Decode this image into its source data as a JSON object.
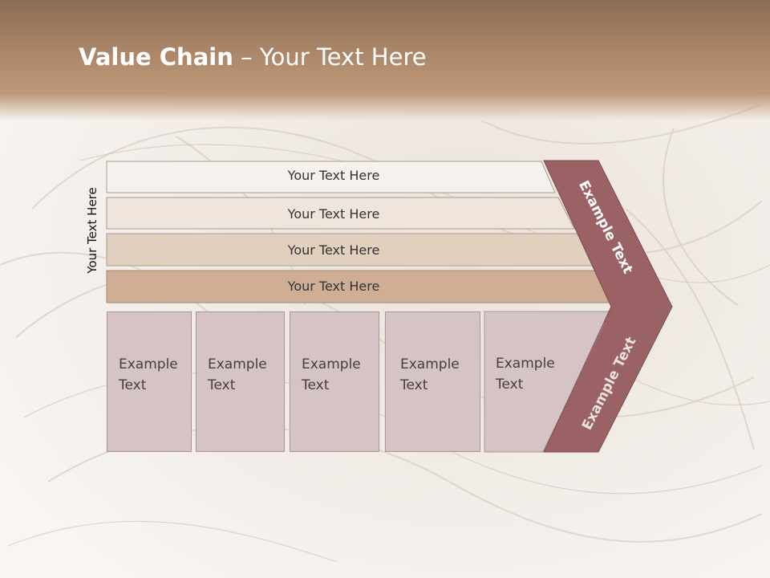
{
  "title": {
    "bold": "Value Chain",
    "rest": " – Your Text Here"
  },
  "side_label": "Your Text Here",
  "bars": [
    {
      "label": "Your Text Here"
    },
    {
      "label": "Your Text Here"
    },
    {
      "label": "Your Text Here"
    },
    {
      "label": "Your Text Here"
    }
  ],
  "columns": [
    {
      "line1": "Example",
      "line2": "Text"
    },
    {
      "line1": "Example",
      "line2": "Text"
    },
    {
      "line1": "Example",
      "line2": "Text"
    },
    {
      "line1": "Example",
      "line2": "Text"
    },
    {
      "line1": "Example",
      "line2": "Text"
    }
  ],
  "chevron": {
    "upper_label": "Example Text",
    "lower_label": "Example Text"
  },
  "colors": {
    "title_bar": "#a98466",
    "bar_fills": [
      "#f5f1ec",
      "#efe5dc",
      "#e2d0bf",
      "#cfae95"
    ],
    "column_fill": "#d6c3c5",
    "chevron_fill": "#9a6264"
  }
}
